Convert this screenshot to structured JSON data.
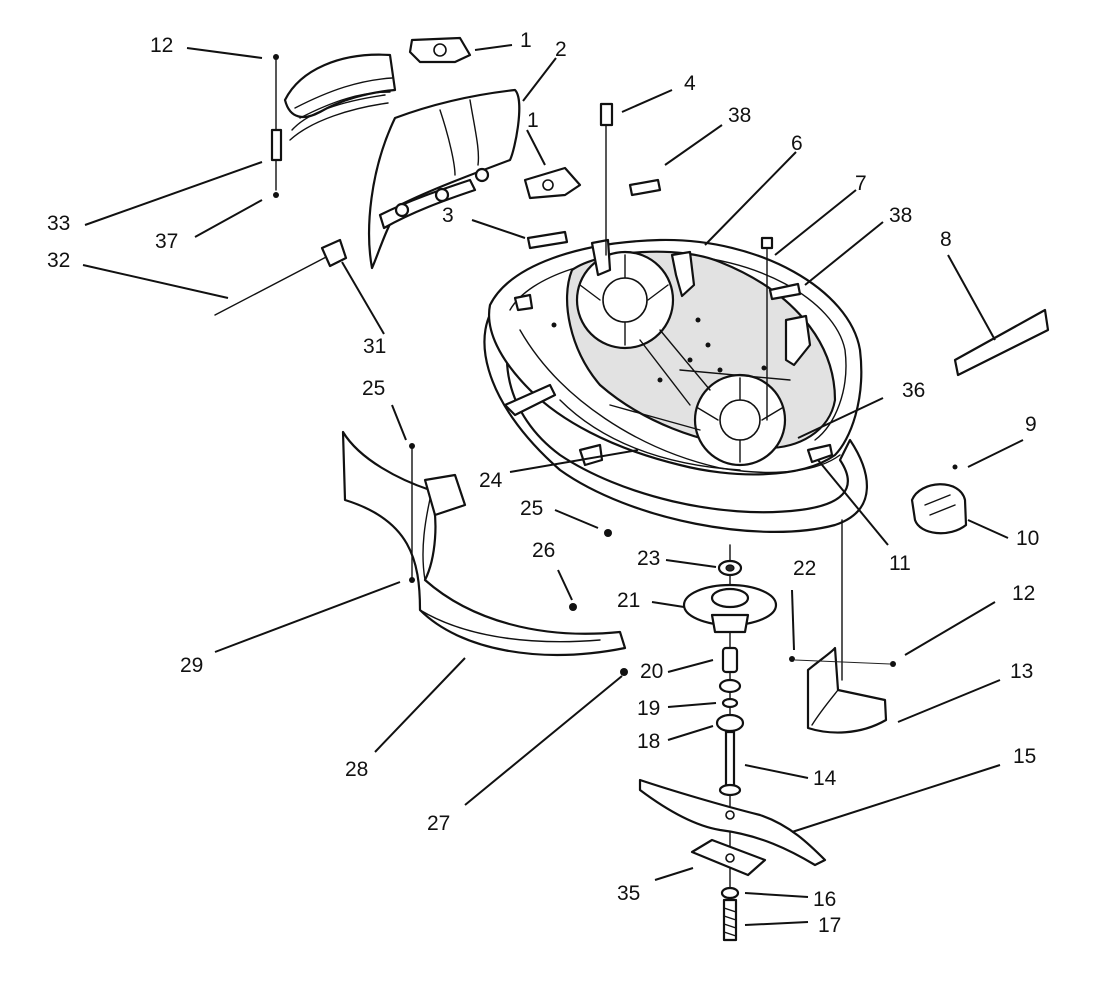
{
  "figure": {
    "callouts": [
      "1",
      "1",
      "2",
      "3",
      "4",
      "6",
      "7",
      "8",
      "9",
      "10",
      "11",
      "12",
      "12",
      "13",
      "14",
      "15",
      "16",
      "17",
      "18",
      "19",
      "20",
      "21",
      "22",
      "23",
      "24",
      "25",
      "25",
      "26",
      "27",
      "28",
      "29",
      "31",
      "32",
      "33",
      "35",
      "36",
      "37",
      "38",
      "38"
    ]
  }
}
